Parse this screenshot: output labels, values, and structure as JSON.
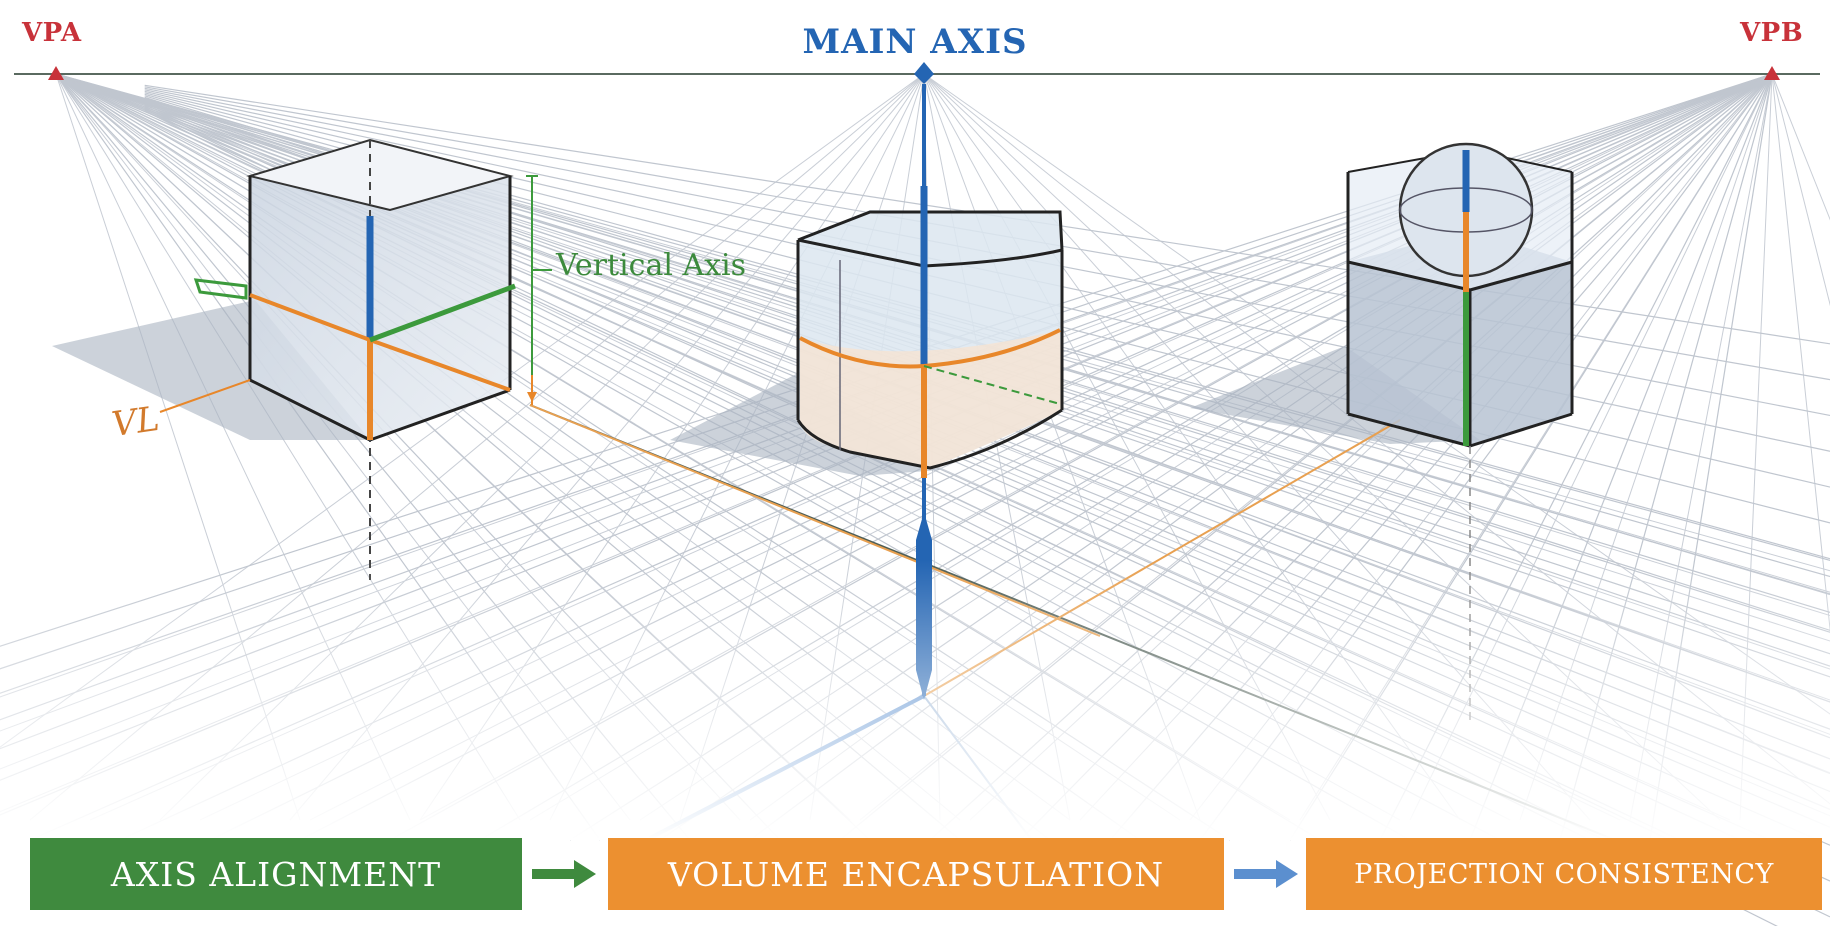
{
  "vanishing_points": {
    "left": "VPA",
    "right": "VPB"
  },
  "main_axis_label": "MAIN AXIS",
  "annotations": {
    "vertical_axis": "Vertical Axis",
    "vl": "VL"
  },
  "steps": [
    {
      "label": "AXIS ALIGNMENT",
      "color": "#3f8a3e"
    },
    {
      "label": "VOLUME ENCAPSULATION",
      "color": "#ec9030"
    },
    {
      "label": "PROJECTION CONSISTENCY",
      "color": "#ec9030"
    }
  ],
  "arrows": [
    {
      "name": "arrow-right-icon",
      "color": "#3f8a3e"
    },
    {
      "name": "arrow-right-icon",
      "color": "#5b8fcf"
    }
  ],
  "colors": {
    "axis_blue": "#2465b3",
    "axis_green": "#3c9a3c",
    "axis_orange": "#e8872a",
    "vp_red": "#c8323a"
  }
}
